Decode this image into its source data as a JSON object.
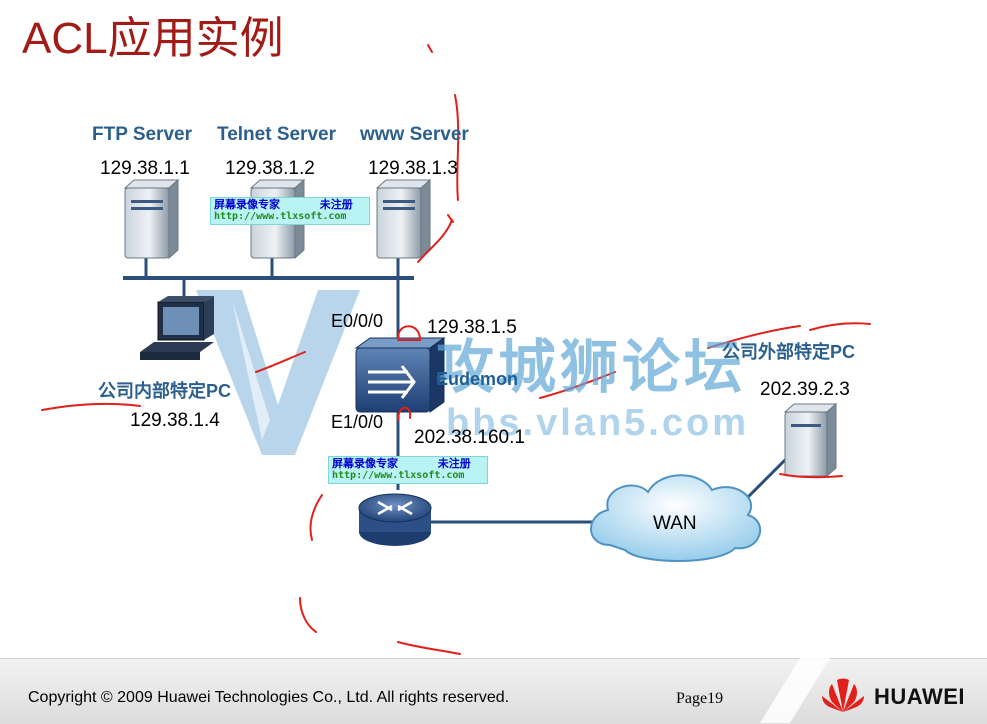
{
  "title": "ACL应用实例",
  "servers": [
    {
      "label": "FTP Server",
      "ip": "129.38.1.1"
    },
    {
      "label": "Telnet Server",
      "ip": "129.38.1.2"
    },
    {
      "label": "www  Server",
      "ip": "129.38.1.3"
    }
  ],
  "internal_pc": {
    "label": "公司内部特定PC",
    "ip": "129.38.1.4"
  },
  "firewall": {
    "name": "Eudemon",
    "top_interface": "E0/0/0",
    "top_ip": "129.38.1.5",
    "bottom_interface": "E1/0/0",
    "bottom_ip": "202.38.160.1"
  },
  "wan": {
    "label": "WAN"
  },
  "external_pc": {
    "label": "公司外部特定PC",
    "ip": "202.39.2.3"
  },
  "watermarks": {
    "recorder_top": "屏幕录像专家      未注册",
    "recorder_url": "http://www.tlxsoft.com",
    "forum": "攻城狮论坛",
    "forum_url": "bbs.vlan5.com"
  },
  "footer": {
    "copyright": "Copyright © 2009 Huawei Technologies Co., Ltd. All rights reserved.",
    "page": "Page19",
    "brand": "HUAWEI"
  },
  "colors": {
    "title": "#a31b16",
    "label_blue": "#2b5f8e",
    "annotation_red": "#e0201a"
  }
}
